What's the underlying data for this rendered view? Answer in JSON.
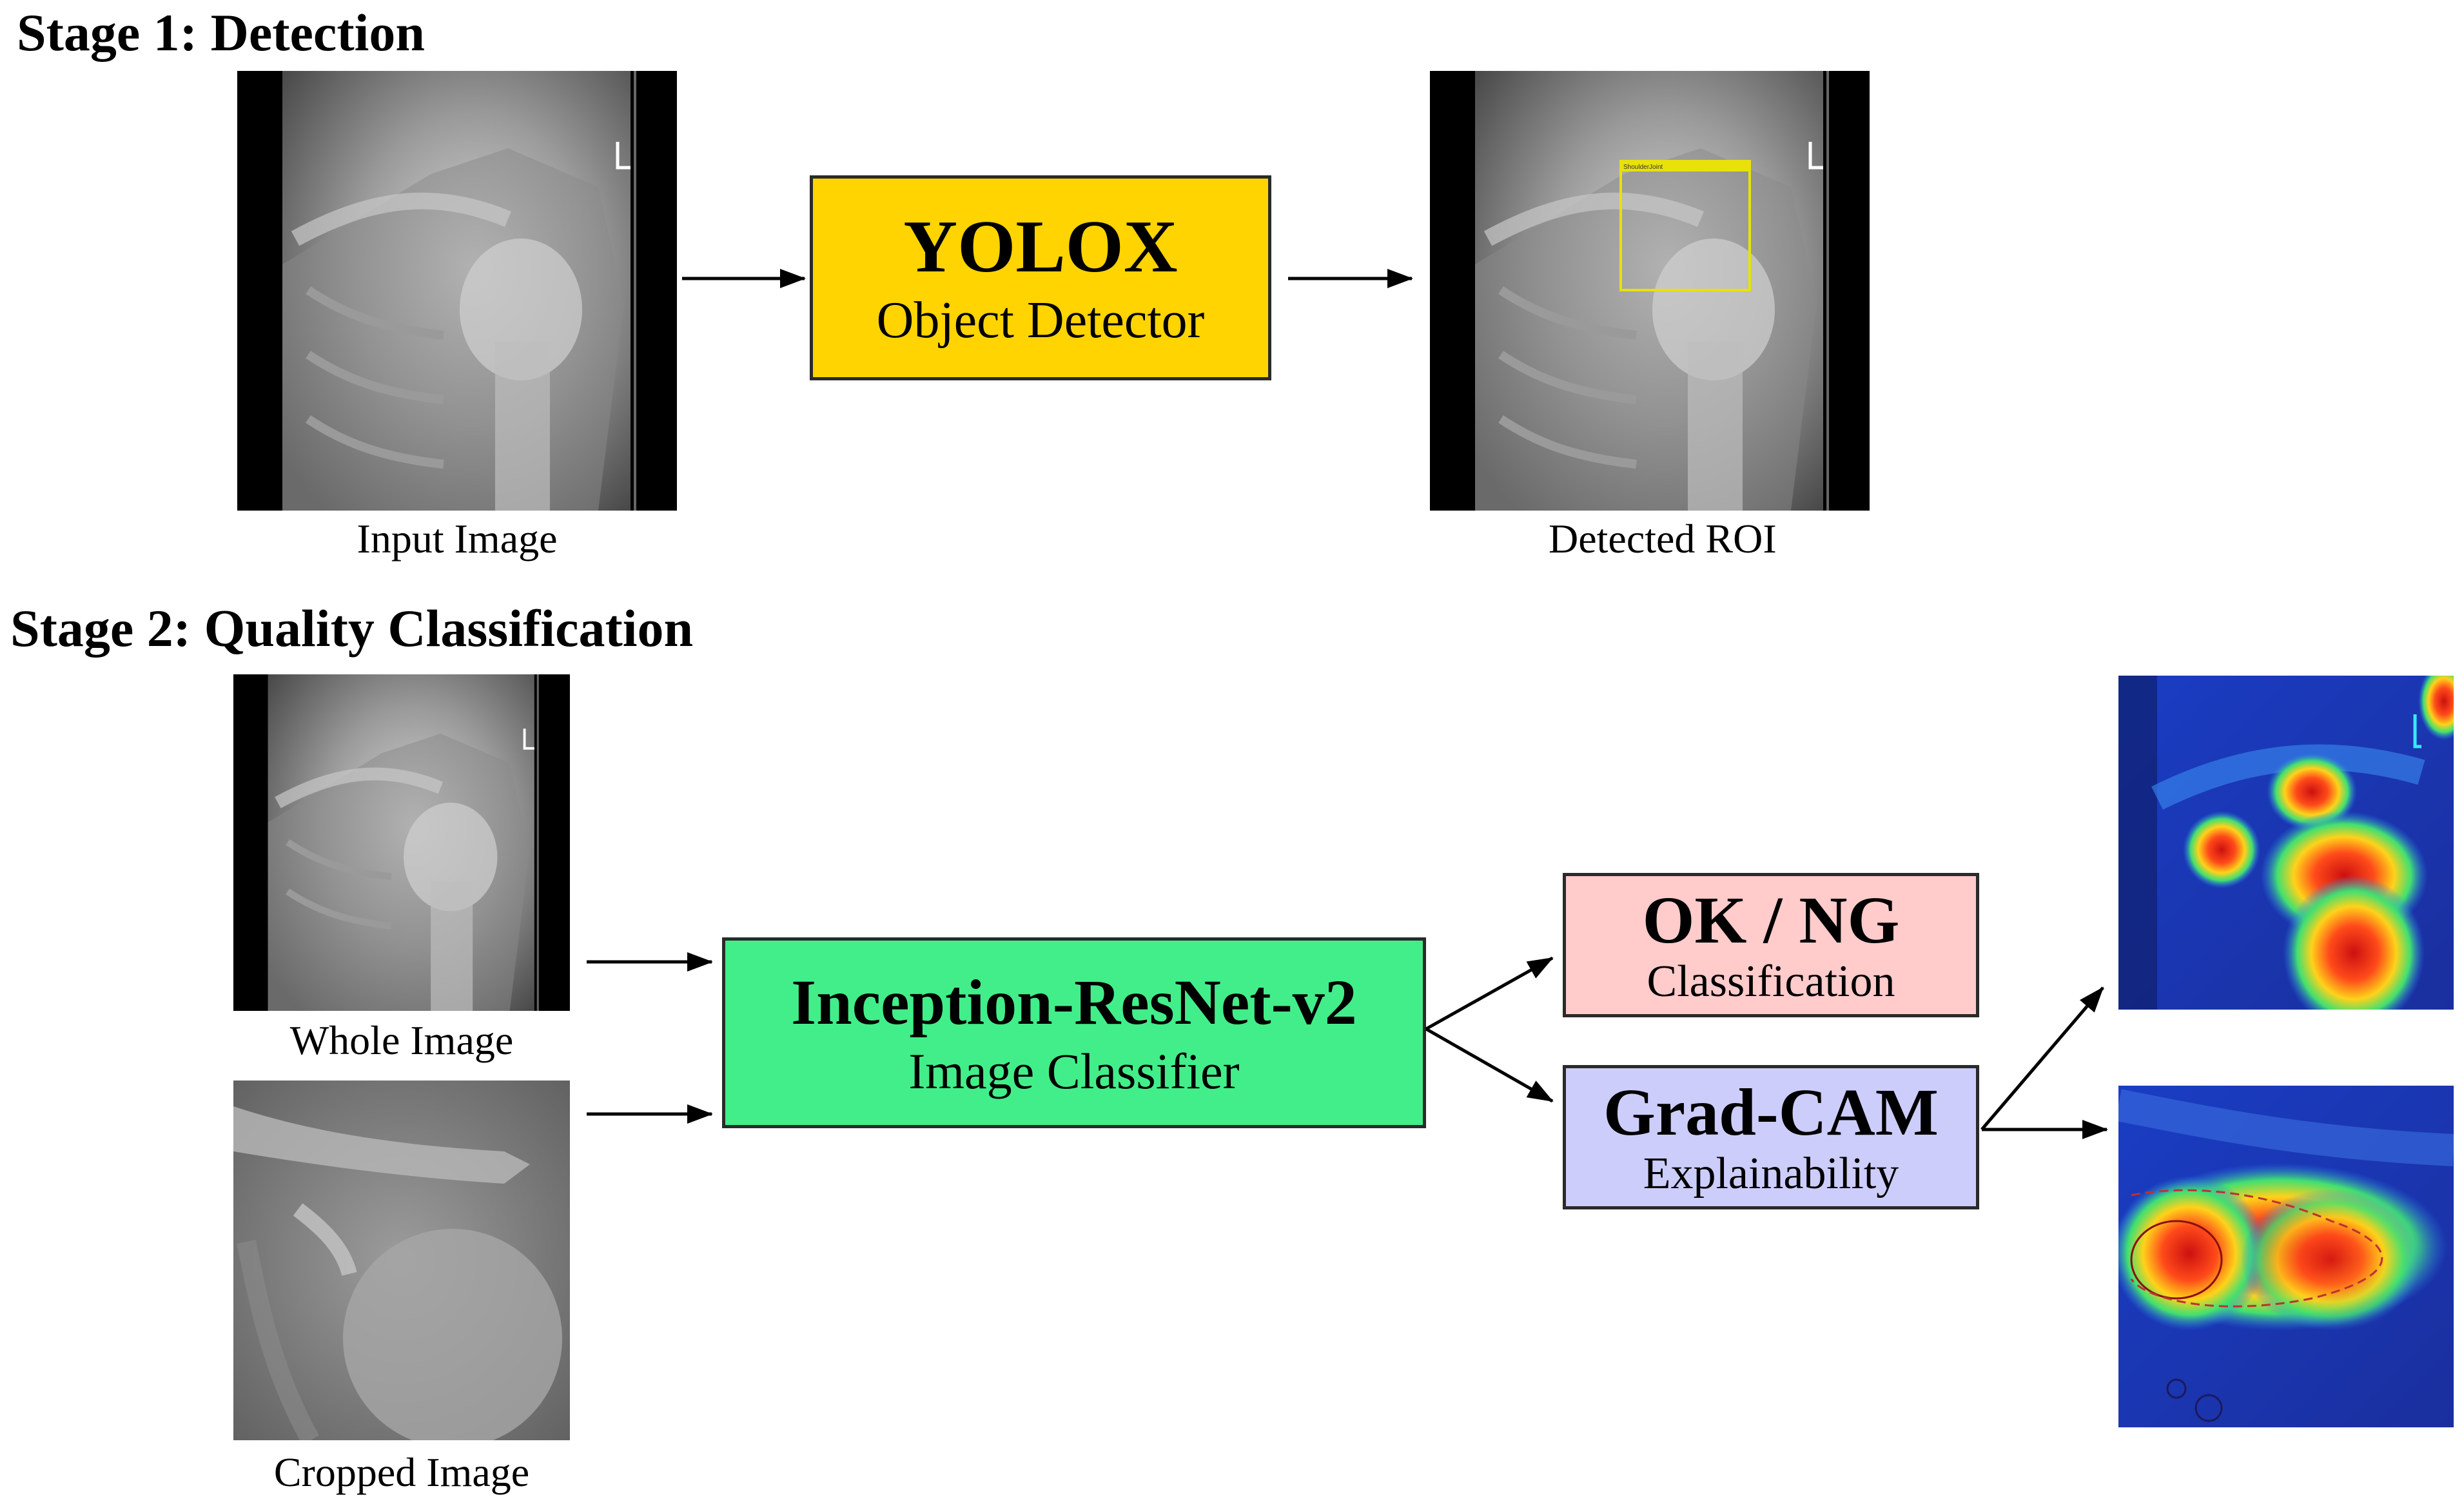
{
  "stage1": {
    "title": "Stage 1: Detection",
    "input_caption": "Input Image",
    "detector": {
      "title": "YOLOX",
      "subtitle": "Object Detector",
      "color": "#FFD400"
    },
    "roi_caption": "Detected ROI",
    "roi_label": "ShoulderJoint",
    "roi_color": "#E8E20A"
  },
  "stage2": {
    "title": "Stage 2: Quality Classification",
    "whole_caption": "Whole Image",
    "cropped_caption": "Cropped Image",
    "classifier": {
      "title": "Inception-ResNet-v2",
      "subtitle": "Image Classifier",
      "color": "#42EE8A"
    },
    "okng": {
      "title": "OK / NG",
      "subtitle": "Classification",
      "color": "#FFCBCB"
    },
    "gradcam": {
      "title": "Grad-CAM",
      "subtitle": "Explainability",
      "color": "#CDCDFB"
    }
  },
  "icons": [
    "xray-image",
    "heatmap-image",
    "arrow"
  ]
}
